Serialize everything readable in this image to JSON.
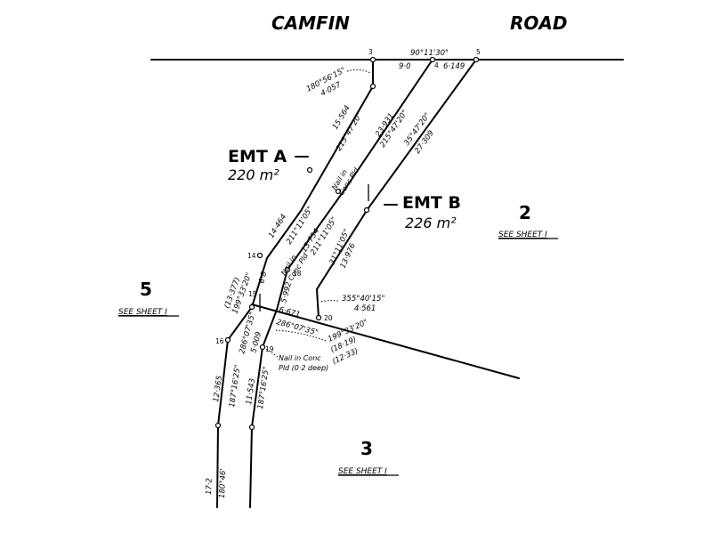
{
  "road": {
    "name_left": "CAMFIN",
    "name_right": "ROAD"
  },
  "easements": [
    {
      "label": "EMT A",
      "area": "220 m²"
    },
    {
      "label": "EMT B",
      "area": "226 m²"
    }
  ],
  "lots": [
    {
      "number": "2",
      "ref": "SEE SHEET I"
    },
    {
      "number": "5",
      "ref": "SEE SHEET I"
    },
    {
      "number": "3",
      "ref": "SEE SHEET I"
    }
  ],
  "points": {
    "p3": "3",
    "p4": "4",
    "p5": "5",
    "p14": "14",
    "p15": "15",
    "p16": "16",
    "p18": "18",
    "p19": "19",
    "p20": "20"
  },
  "dims": {
    "road_bearing": "90°11'30\"",
    "road_d1": "9·0",
    "road_d2": "6·149",
    "top_bearing": "180°56'15\"",
    "top_dist": "4·057",
    "a_dist": "15·564",
    "a_bearing": "215°47'20\"",
    "mid_dist": "23·931",
    "mid_bearing": "215°47'20\"",
    "r_bearing": "35°47'20\"",
    "r_dist": "27·309",
    "a2_dist": "14·464",
    "a2_bearing": "211°11'05\"",
    "m2_dist": "13·754",
    "m2_bearing": "211°11'05\"",
    "b_bearing": "31°11'05\"",
    "b_dist": "13·976",
    "p15_dist": "6·8",
    "bracket_dist": "(13·377)",
    "bracket_bearing": "199°33'20\"",
    "m3_dist": "5·992",
    "br_bearing": "355°40'15\"",
    "br_dist": "4·561",
    "cross_dist": "6·671",
    "cross_bearing": "286°07'35\"",
    "l15_bearing": "286°07'35\"",
    "l15_dist": "5·009",
    "r19_bearing": "199°33'20\"",
    "r19_paren1": "(18·19)",
    "r19_paren2": "(12·33)",
    "l16_dist": "12·365",
    "l16_bearing": "187°16'25\"",
    "l19_dist": "11·543",
    "l19_bearing": "187°16'25\"",
    "bot_dist": "17·2",
    "bot_bearing": "180°46'"
  },
  "notes": {
    "nail1_a": "Nail in",
    "nail1_b": "Conc Pld",
    "nail2_a": "Nail in",
    "nail2_b": "Conc Pld",
    "nail3_a": "Nail in Conc",
    "nail3_b": "Pld (0·2 deep)"
  }
}
